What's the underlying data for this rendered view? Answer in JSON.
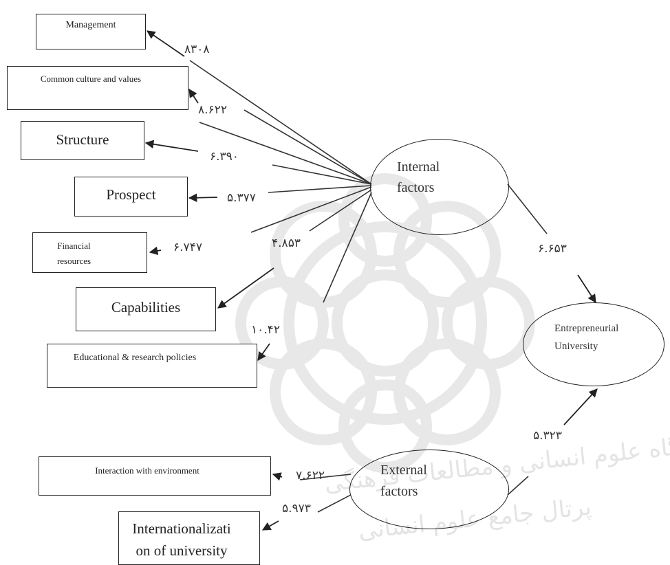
{
  "nodes": {
    "management": "Management",
    "culture": "Common culture and values",
    "structure": "Structure",
    "prospect": "Prospect",
    "financial": "Financial resources",
    "capabilities": "Capabilities",
    "educational": "Educational & research policies",
    "interaction": "Interaction with environment",
    "internationalization": "Internationalization of university",
    "internal": "Internal factors",
    "external": "External factors",
    "entrepreneurial": "Entrepreneurial University"
  },
  "coefficients": {
    "management": "٨٣٠٨",
    "culture": "٨.۶٢٢",
    "structure": "۶.٣٩٠",
    "prospect": "۵.٣٧٧",
    "financial": "۶.٧۴٧",
    "capabilities": "۴.٨۵٣",
    "educational": "١٠.۴٢",
    "interaction": "٧.۶٢٢",
    "internationalization": "۵.٩٧٣",
    "internal_to_university": "۶.۶۵٣",
    "external_to_university": "۵.٣٢٣"
  },
  "watermark": {
    "line1": "پژوهشگاه علوم انسانی و مطالعات فرهنگی",
    "line2": "پرتال جامع علوم انسانی"
  }
}
